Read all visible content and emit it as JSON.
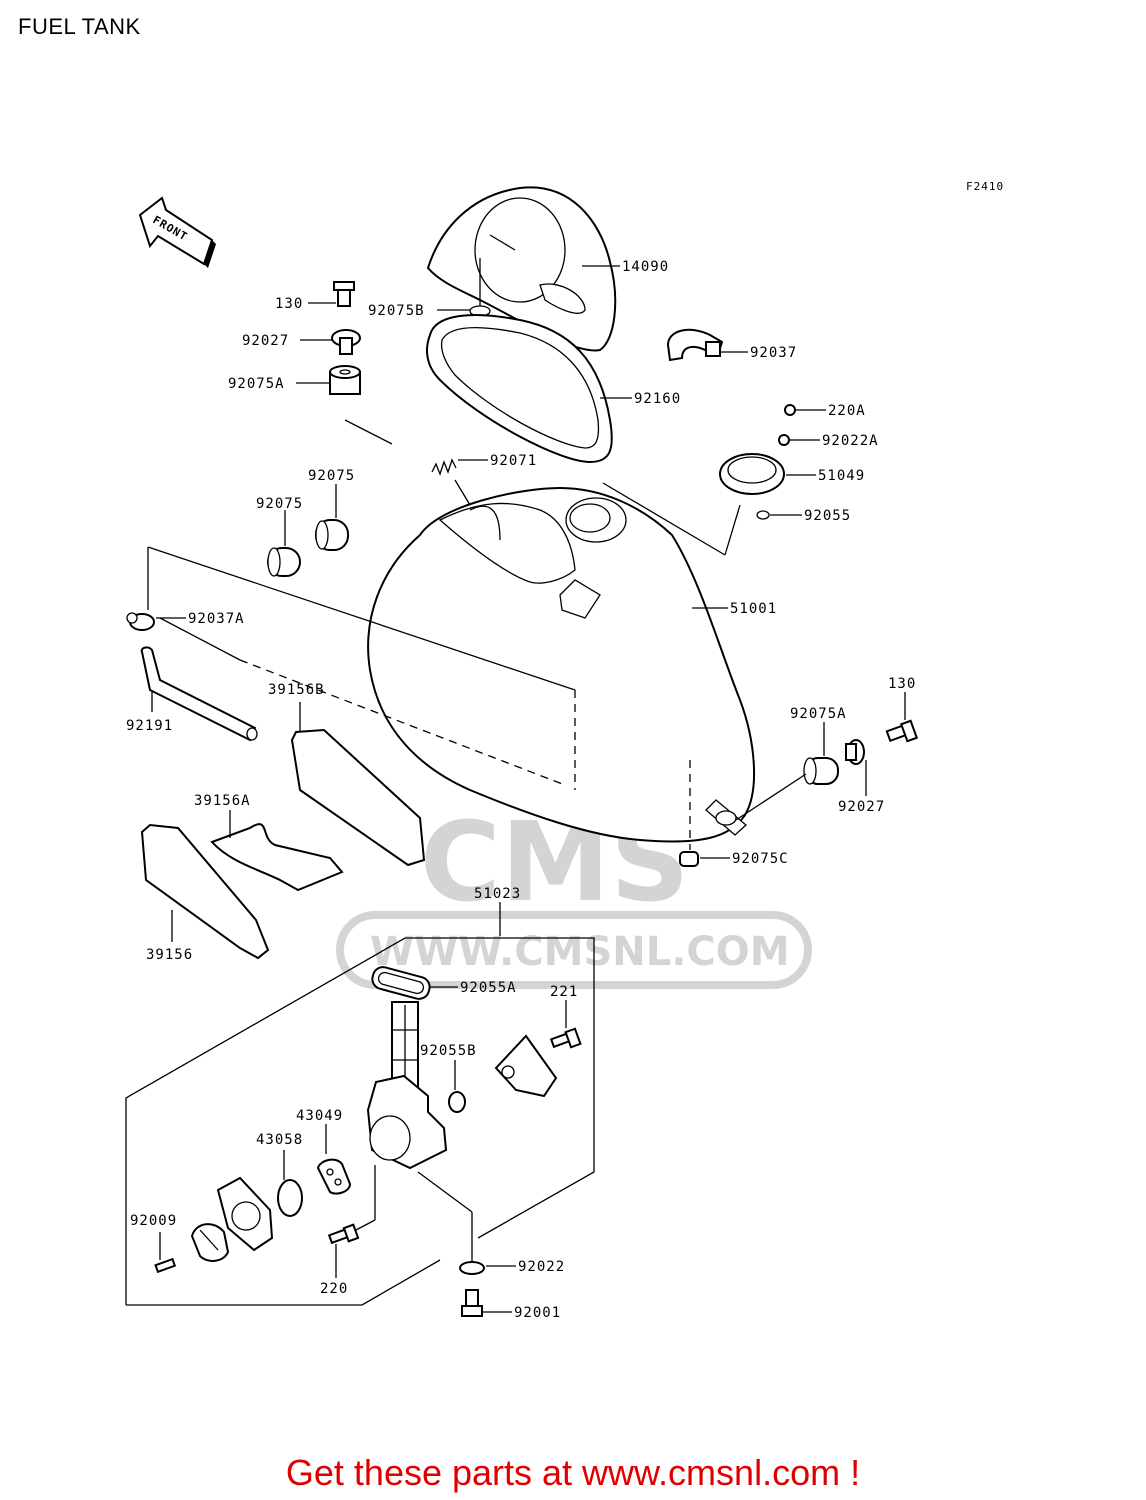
{
  "title": "FUEL TANK",
  "figure_code": "F2410",
  "front_arrow_label": "FRONT",
  "watermark": {
    "brand": "CMS",
    "url": "WWW.CMSNL.COM"
  },
  "promo_text": "Get these parts at www.cmsnl.com !",
  "colors": {
    "promo": "#e00000",
    "watermark": "#d4d4d4",
    "line": "#000000"
  },
  "parts": {
    "p14090": "14090",
    "p130_top": "130",
    "p92075B": "92075B",
    "p92037": "92037",
    "p92027_top": "92027",
    "p92075A_top": "92075A",
    "p92160": "92160",
    "p220A": "220A",
    "p92022A": "92022A",
    "p92071": "92071",
    "p51049": "51049",
    "p92075_a": "92075",
    "p92075_b": "92075",
    "p92055": "92055",
    "p92037A": "92037A",
    "p51001": "51001",
    "p130_right": "130",
    "p39156B": "39156B",
    "p92191": "92191",
    "p92075A_right": "92075A",
    "p92027_right": "92027",
    "p39156A": "39156A",
    "p92075C": "92075C",
    "p51023": "51023",
    "p39156": "39156",
    "p92055A": "92055A",
    "p221": "221",
    "p92055B": "92055B",
    "p43049": "43049",
    "p43058": "43058",
    "p92009": "92009",
    "p92022": "92022",
    "p220": "220",
    "p92001": "92001"
  }
}
